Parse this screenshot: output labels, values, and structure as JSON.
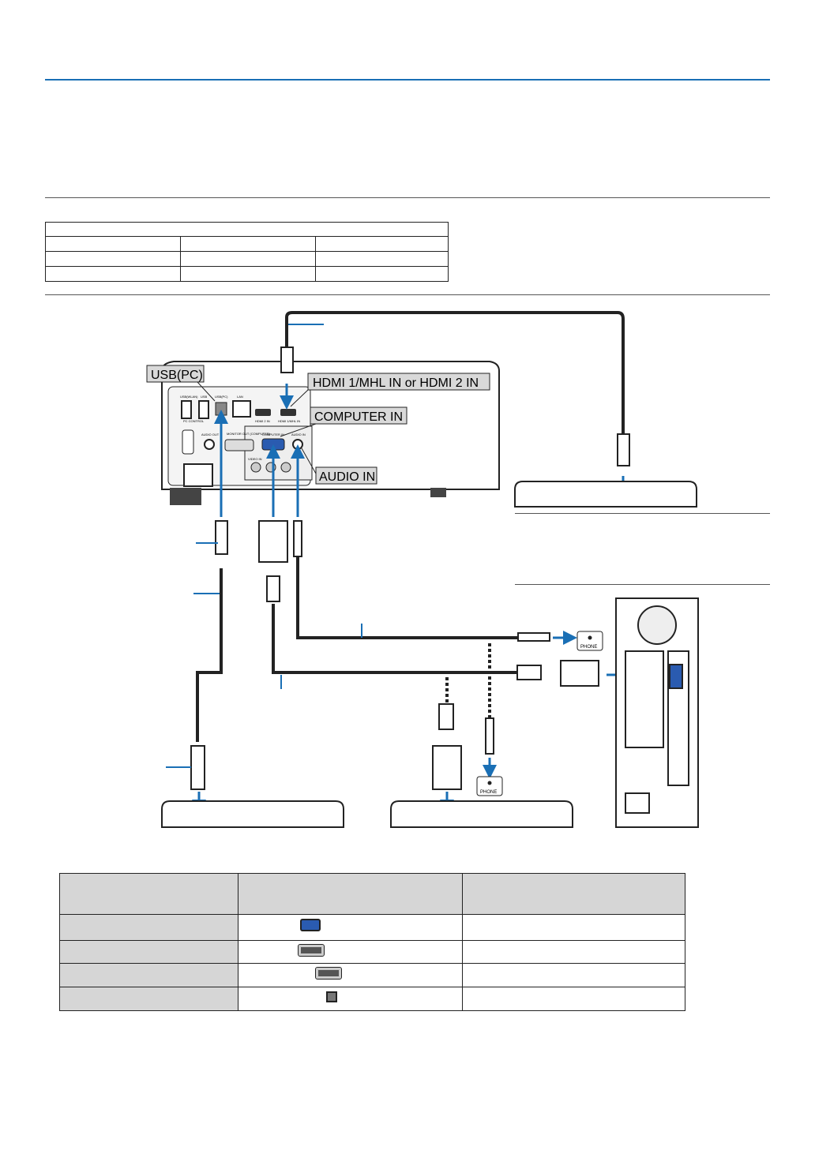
{
  "colors": {
    "accent": "#1a6fb5",
    "callout_bg": "#d9d9d9",
    "table_header": "#d6d6d6"
  },
  "diagram": {
    "callouts": {
      "usb_pc": "USB(PC)",
      "hdmi": "HDMI 1/MHL IN or HDMI 2 IN",
      "computer_in": "COMPUTER IN",
      "audio_in": "AUDIO IN"
    },
    "port_labels": {
      "usb_wlan": "USB(WLAN)",
      "usb": "USB",
      "usb_pc": "USB(PC)",
      "lan": "LAN",
      "hdmi2": "HDMI 2 IN",
      "hdmi1": "HDMI 1/MHL IN",
      "pc_control": "PC CONTROL",
      "audio_out": "AUDIO OUT",
      "monitor_out": "MONITOR OUT (COMPUTER)",
      "computer_in": "COMPUTER IN",
      "audio_in": "AUDIO IN",
      "video_in": "VIDEO IN"
    },
    "phone_label": "PHONE"
  },
  "port_table": {
    "icons": [
      "vga-port-icon",
      "hdmi-port-icon",
      "hdmi-port-icon",
      "usb-b-port-icon"
    ]
  }
}
